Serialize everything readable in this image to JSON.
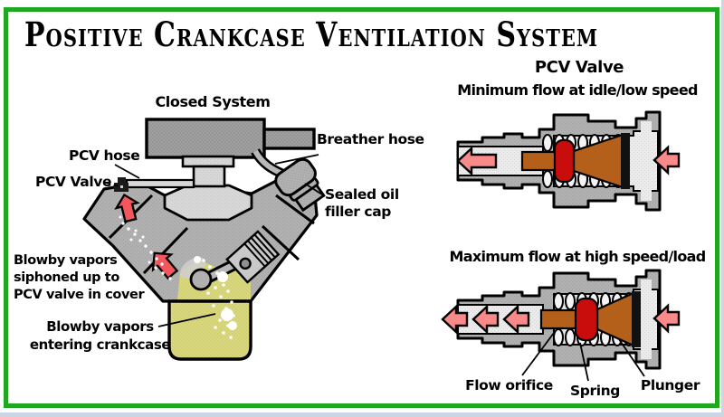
{
  "title": "Positive Crankcase Ventilation System",
  "engine": {
    "caption": "Closed System",
    "labels": {
      "pcv_hose": "PCV hose",
      "pcv_valve": "PCV Valve",
      "breather_hose": "Breather hose",
      "sealed_oil_filler_cap": "Sealed oil\nfiller cap",
      "blowby_siphoned": "Blowby vapors\nsiphoned up to\nPCV valve in cover",
      "blowby_entering": "Blowby vapors\nentering crankcase"
    }
  },
  "valves": {
    "heading": "PCV Valve",
    "minimum": {
      "caption": "Minimum flow at idle/low speed",
      "outlet_arrow_count": 1,
      "inlet_arrow_count": 1
    },
    "maximum": {
      "caption": "Maximum flow at high speed/load",
      "outlet_arrow_count": 3,
      "inlet_arrow_count": 1
    },
    "part_labels": {
      "flow_orifice": "Flow orifice",
      "spring": "Spring",
      "plunger": "Plunger"
    }
  },
  "colors": {
    "border_green": "#1fa81f",
    "engine_arrow_red": "#f4565e",
    "valve_arrow_pink": "#f98a8a",
    "plunger_brown": "#b4601a",
    "orifice_red": "#c90d0d",
    "oil_khaki": "#d8d67c",
    "body_gray": "#b2b2b2",
    "chamber_gray": "#ebebeb"
  }
}
